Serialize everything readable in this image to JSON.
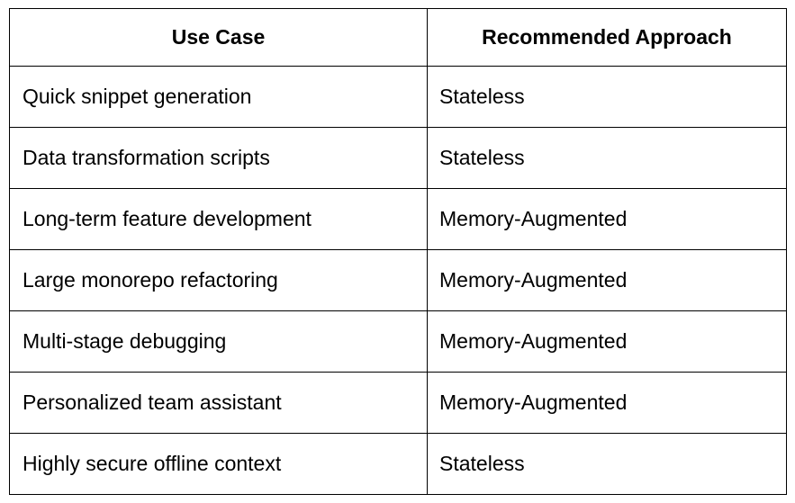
{
  "table": {
    "headers": [
      "Use Case",
      "Recommended Approach"
    ],
    "rows": [
      [
        "Quick snippet generation",
        "Stateless"
      ],
      [
        "Data transformation scripts",
        "Stateless"
      ],
      [
        "Long-term feature development",
        "Memory-Augmented"
      ],
      [
        "Large monorepo refactoring",
        "Memory-Augmented"
      ],
      [
        "Multi-stage debugging",
        "Memory-Augmented"
      ],
      [
        "Personalized team assistant",
        "Memory-Augmented"
      ],
      [
        "Highly secure offline context",
        "Stateless"
      ]
    ]
  }
}
